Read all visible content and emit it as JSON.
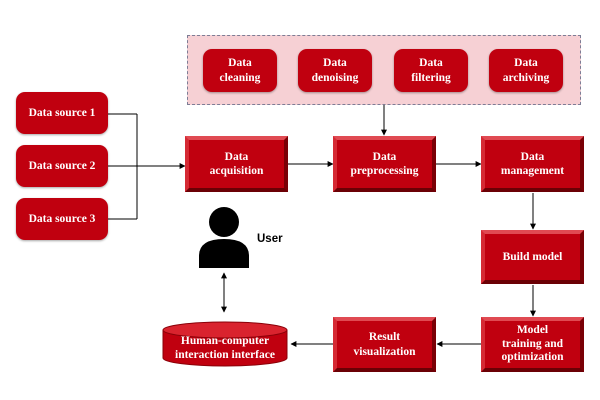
{
  "sources": [
    "Data source 1",
    "Data source 2",
    "Data source 3"
  ],
  "preprocessing_steps": [
    "Data\ncleaning",
    "Data\ndenoising",
    "Data\nfiltering",
    "Data\narchiving"
  ],
  "pipeline": {
    "acquisition": "Data\nacquisition",
    "preprocessing": "Data\npreprocessing",
    "management": "Data\nmanagement",
    "build_model": "Build model",
    "training": "Model\ntraining and\noptimization",
    "visualization": "Result\nvisualization"
  },
  "interface_label": "Human-computer\ninteraction interface",
  "user_label": "User",
  "colors": {
    "box": "#c0000f",
    "panel": "#f6d0d4",
    "panel_border": "#7d7d95",
    "arrow": "#000000"
  },
  "icons": {
    "user": "user-icon"
  }
}
